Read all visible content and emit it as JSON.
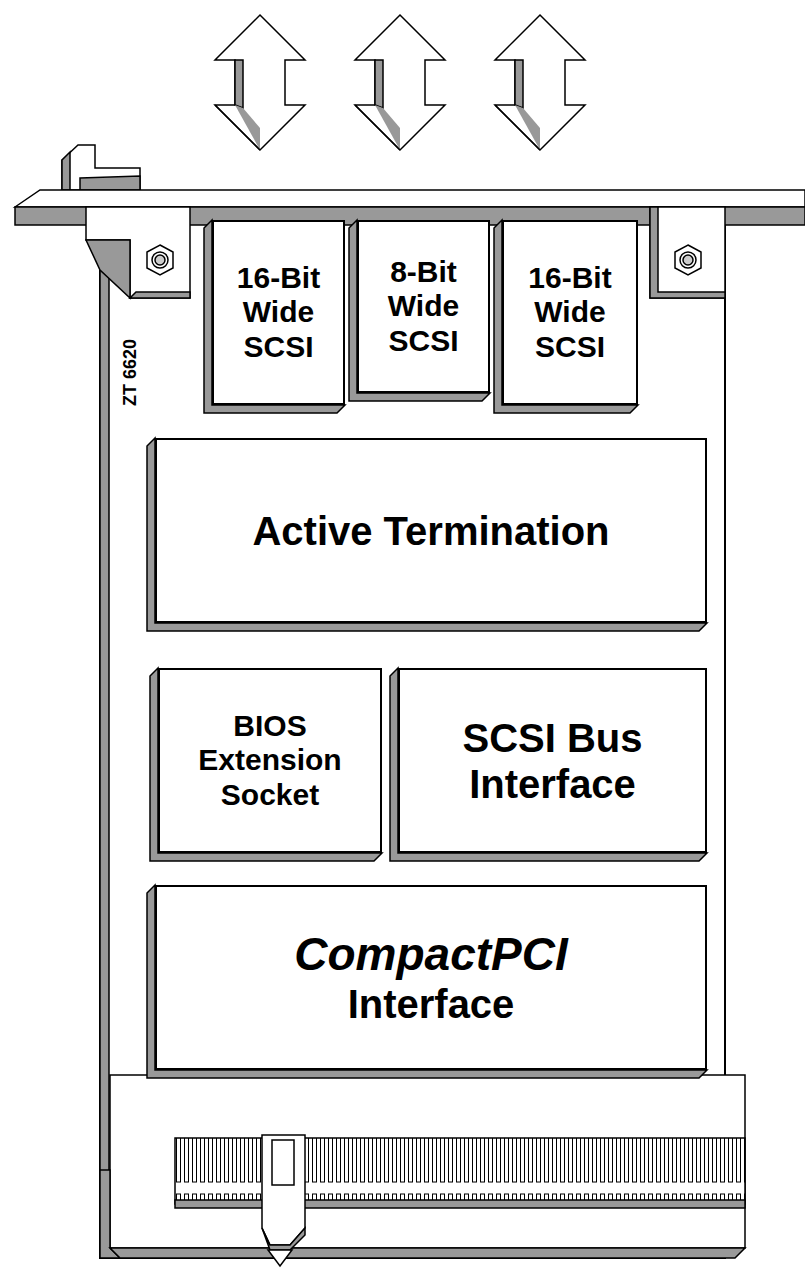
{
  "diagram": {
    "nodes": [
      {
        "text": [
          "16-Bit Wide SCSI"
        ]
      },
      {
        "text": [
          "8-Bit Wide SCSI"
        ]
      },
      {
        "text": [
          "16-Bit Wide SCSI"
        ]
      },
      {
        "text": [
          "Active Termination"
        ]
      },
      {
        "text": [
          "BIOS Extension Socket"
        ]
      },
      {
        "text": [
          "SCSI Bus Interface"
        ]
      },
      {
        "text": [
          "CompactPCI",
          "Interface"
        ]
      }
    ],
    "labels": [
      "ZT 6620"
    ]
  }
}
